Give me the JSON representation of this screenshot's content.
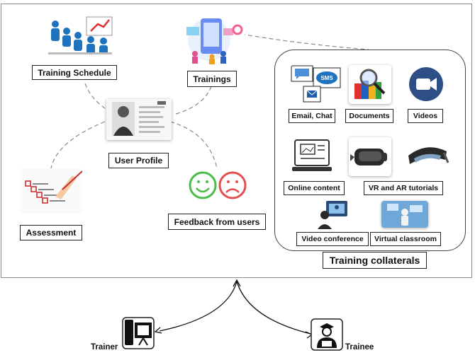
{
  "labels": {
    "training_schedule": "Training Schedule",
    "trainings": "Trainings",
    "user_profile": "User Profile",
    "assessment": "Assessment",
    "feedback": "Feedback from users",
    "email_chat": "Email, Chat",
    "documents": "Documents",
    "videos": "Videos",
    "online_content": "Online content",
    "vr_ar": "VR and AR tutorials",
    "video_conference": "Video conference",
    "virtual_classroom": "Virtual classroom",
    "training_collaterals": "Training collaterals",
    "trainer": "Trainer",
    "trainee": "Trainee"
  },
  "email_tile": {
    "sms_text": "SMS"
  },
  "icons": {
    "training_schedule": "classroom-presentation-icon",
    "trainings": "online-training-illustration-icon",
    "user_profile": "profile-card-icon",
    "assessment": "checklist-icon",
    "feedback": "happy-sad-faces-icon",
    "email_chat": "chat-sms-mail-icon",
    "documents": "documents-magnifier-icon",
    "videos": "video-camera-icon",
    "online_content": "online-content-icon",
    "vr_ar": "vr-headset-icon",
    "ar_glasses": "ar-glasses-icon",
    "video_conference": "video-conference-icon",
    "virtual_classroom": "virtual-classroom-icon",
    "trainer": "trainer-icon",
    "trainee": "trainee-icon"
  },
  "colors": {
    "accent_blue": "#1e73be",
    "happy_green": "#4cbb47",
    "sad_red": "#e05050",
    "connector_gray": "#888888"
  }
}
